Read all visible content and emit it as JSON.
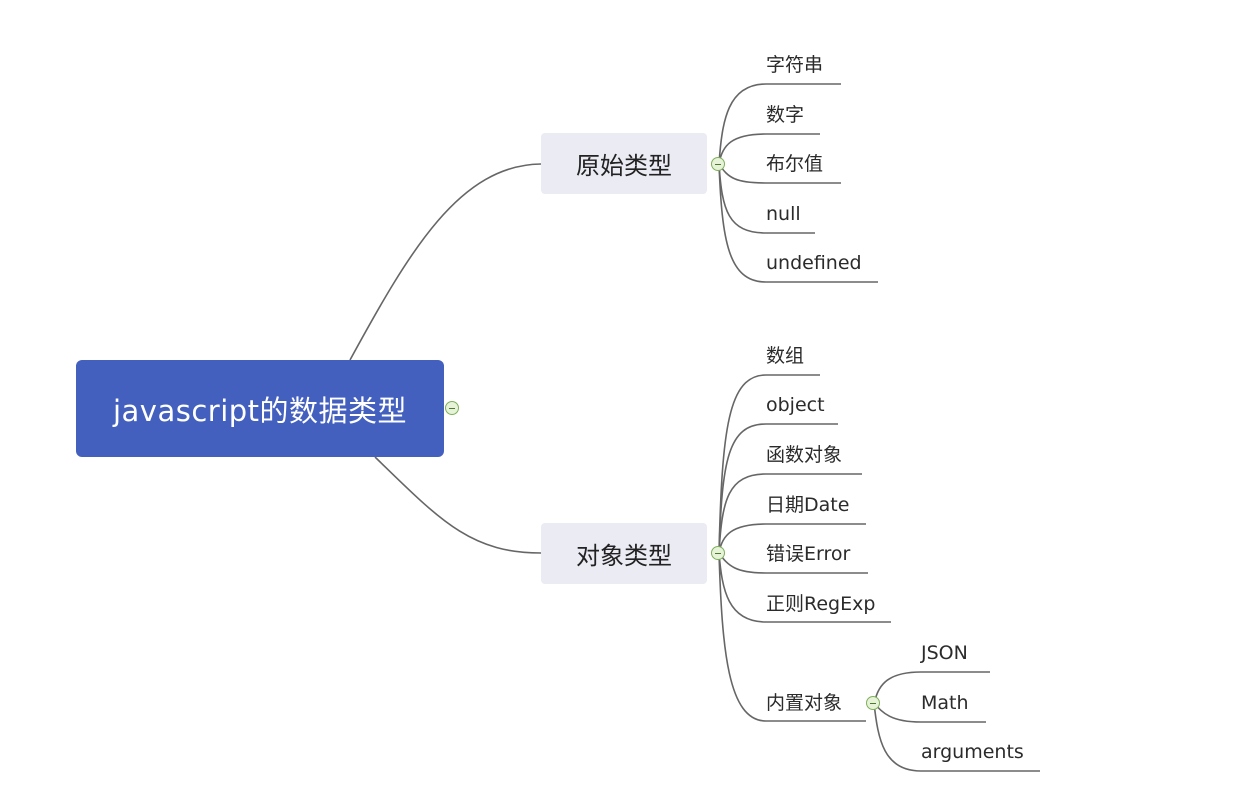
{
  "root": {
    "label": "javascript的数据类型"
  },
  "branches": [
    {
      "label": "原始类型",
      "children": [
        {
          "label": "字符串"
        },
        {
          "label": "数字"
        },
        {
          "label": "布尔值"
        },
        {
          "label": "null"
        },
        {
          "label": "undefined"
        }
      ]
    },
    {
      "label": "对象类型",
      "children": [
        {
          "label": "数组"
        },
        {
          "label": "object"
        },
        {
          "label": "函数对象"
        },
        {
          "label": "日期Date"
        },
        {
          "label": "错误Error"
        },
        {
          "label": "正则RegExp"
        },
        {
          "label": "内置对象",
          "children": [
            {
              "label": "JSON"
            },
            {
              "label": "Math"
            },
            {
              "label": "arguments"
            }
          ]
        }
      ]
    }
  ],
  "colors": {
    "root_fill": "#4360BF",
    "branch_fill": "#EBEBF4",
    "connector": "#666666",
    "collapse_icon": "#7FB05A"
  }
}
